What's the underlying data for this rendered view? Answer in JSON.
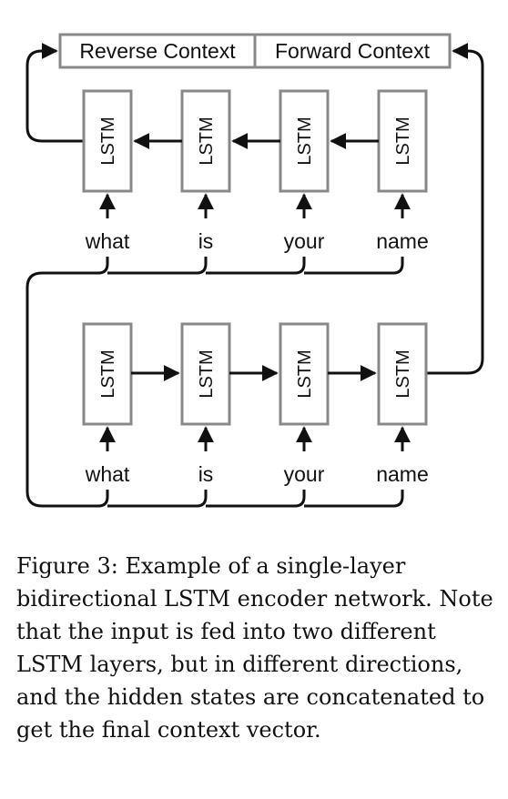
{
  "diagram": {
    "context_labels": {
      "reverse": "Reverse Context",
      "forward": "Forward Context"
    },
    "cell_label": "LSTM",
    "words_top": [
      "what",
      "is",
      "your",
      "name"
    ],
    "words_bottom": [
      "what",
      "is",
      "your",
      "name"
    ]
  },
  "caption": "Figure 3: Example of a single-layer bidirectional LSTM encoder network. Note that the input is fed into two different LSTM layers, but in different directions, and the hidden states are concatenated to get the final context vector."
}
